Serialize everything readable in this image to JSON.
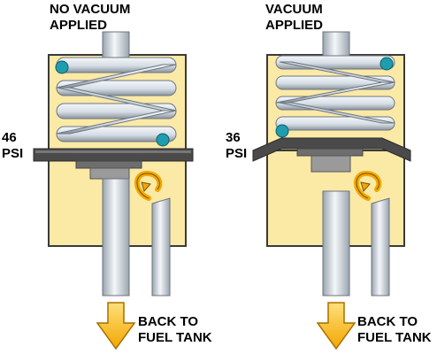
{
  "colors": {
    "housing_fill": "#fbe9a6",
    "housing_stroke": "#3a3a3a",
    "metal": "#dfe5ec",
    "metal_shade": "#9aa4ae",
    "diaphragm": "#4a4a4a",
    "valve_seat": "#9a9a9a",
    "spring_end": "#1f9db0",
    "arrow_fill": "#ffc83a",
    "arrow_stroke": "#a86f00",
    "text": "#000000"
  },
  "left": {
    "title_line1": "NO VACUUM",
    "title_line2": "APPLIED",
    "pressure_value": "46",
    "pressure_unit": "PSI",
    "return_line1": "BACK TO",
    "return_line2": "FUEL TANK"
  },
  "right": {
    "title_line1": "VACUUM",
    "title_line2": "APPLIED",
    "pressure_value": "36",
    "pressure_unit": "PSI",
    "return_line1": "BACK TO",
    "return_line2": "FUEL TANK"
  },
  "icons": [
    "spring-icon",
    "diaphragm-icon",
    "flow-arrow-icon",
    "down-arrow-icon"
  ]
}
